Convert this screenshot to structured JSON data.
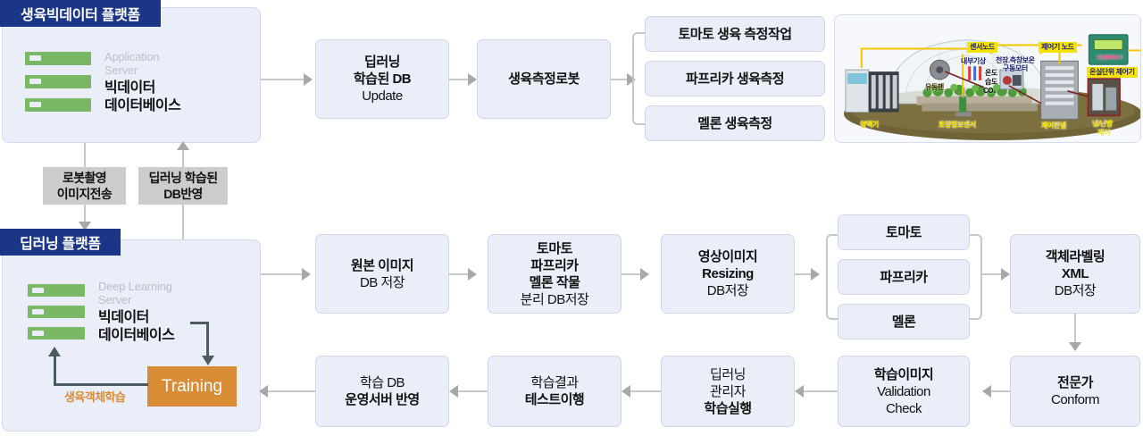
{
  "platforms": [
    {
      "id": "bigdata",
      "header": "생육빅데이터 플랫폼",
      "server_sub_line1": "Application",
      "server_sub_line2": "Server",
      "server_title_line1": "빅데이터",
      "server_title_line2": "데이터베이스",
      "icon": "server-rack-icon"
    },
    {
      "id": "deeplearning",
      "header": "딥러닝 플랫폼",
      "server_sub_line1": "Deep Learning",
      "server_sub_line2": "Server",
      "server_title_line1": "빅데이터",
      "server_title_line2": "데이터베이스",
      "icon": "server-rack-icon"
    }
  ],
  "training": {
    "label": "Training",
    "loop_label": "생육객체학습",
    "color": "#d98c36"
  },
  "link_tags": [
    {
      "line1": "로봇촬영",
      "line2": "이미지전송",
      "direction": "down"
    },
    {
      "line1": "딥러닝 학습된",
      "line2": "DB반영",
      "direction": "up"
    }
  ],
  "top_flow": [
    {
      "lines": [
        {
          "t": "딥러닝",
          "b": true
        },
        {
          "t": "학습된 DB",
          "b": true
        },
        {
          "t": "Update",
          "b": false
        }
      ]
    },
    {
      "lines": [
        {
          "t": "생육측정로봇",
          "b": true
        }
      ]
    }
  ],
  "top_branch": [
    {
      "lines": [
        {
          "t": "토마토 생육 측정작업",
          "b": true
        }
      ]
    },
    {
      "lines": [
        {
          "t": "파프리카 생육측정",
          "b": true
        }
      ]
    },
    {
      "lines": [
        {
          "t": "멜론 생육측정",
          "b": true
        }
      ]
    }
  ],
  "mid_flow": [
    {
      "lines": [
        {
          "t": "원본 이미지",
          "b": true
        },
        {
          "t": "DB 저장",
          "b": false
        }
      ]
    },
    {
      "lines": [
        {
          "t": "토마토",
          "b": true
        },
        {
          "t": "파프리카",
          "b": true
        },
        {
          "t": "멜론 작물",
          "b": true
        },
        {
          "t": "분리 DB저장",
          "b": false
        }
      ]
    },
    {
      "lines": [
        {
          "t": "영상이미지",
          "b": true
        },
        {
          "t": "Resizing",
          "b": true
        },
        {
          "t": "DB저장",
          "b": false
        }
      ]
    }
  ],
  "mid_branch": [
    {
      "lines": [
        {
          "t": "토마토",
          "b": true
        }
      ]
    },
    {
      "lines": [
        {
          "t": "파프리카",
          "b": true
        }
      ]
    },
    {
      "lines": [
        {
          "t": "멜론",
          "b": true
        }
      ]
    }
  ],
  "right_column": [
    {
      "lines": [
        {
          "t": "객체라벨링",
          "b": true
        },
        {
          "t": "XML",
          "b": true
        },
        {
          "t": "DB저장",
          "b": false
        }
      ]
    },
    {
      "lines": [
        {
          "t": "전문가",
          "b": true
        },
        {
          "t": "Conform",
          "b": false
        }
      ]
    }
  ],
  "bottom_flow": [
    {
      "lines": [
        {
          "t": "학습 DB",
          "b": false
        },
        {
          "t": "운영서버 반영",
          "b": true
        }
      ]
    },
    {
      "lines": [
        {
          "t": "학습결과",
          "b": false
        },
        {
          "t": "테스트이행",
          "b": true
        }
      ]
    },
    {
      "lines": [
        {
          "t": "딥러닝",
          "b": false
        },
        {
          "t": "관리자",
          "b": false
        },
        {
          "t": "학습실행",
          "b": true
        }
      ]
    },
    {
      "lines": [
        {
          "t": "학습이미지",
          "b": true
        },
        {
          "t": "Validation",
          "b": false
        },
        {
          "t": "Check",
          "b": false
        }
      ]
    }
  ],
  "greenhouse": {
    "labels": {
      "sensor_node": "센서노드",
      "controller_node": "제어기 노드",
      "greenhouse_controller": "온실단위 제어기",
      "internal_weather": "내부기상",
      "roof_side_motor_line1": "천장.측창보온",
      "roof_side_motor_line2": "구동모터",
      "circulation_fan": "유동팬",
      "nutrient_supply": "양액기",
      "soil_sensor": "토양정보센서",
      "control_panel": "제어판넬",
      "hvac_line1": "냉/난방",
      "hvac_line2": "제어",
      "temp": "온도",
      "humidity": "습도",
      "co2": "CO₂",
      "device_caption": "복합환경제어기"
    }
  },
  "colors": {
    "header_navy": "#1c3687",
    "box_fill": "#eaeef8",
    "box_border": "#cfd6ea",
    "server_green": "#7ab866",
    "tag_gray": "#cccccc",
    "training_orange": "#d98c36",
    "connector_gray": "#c8c8c8"
  }
}
